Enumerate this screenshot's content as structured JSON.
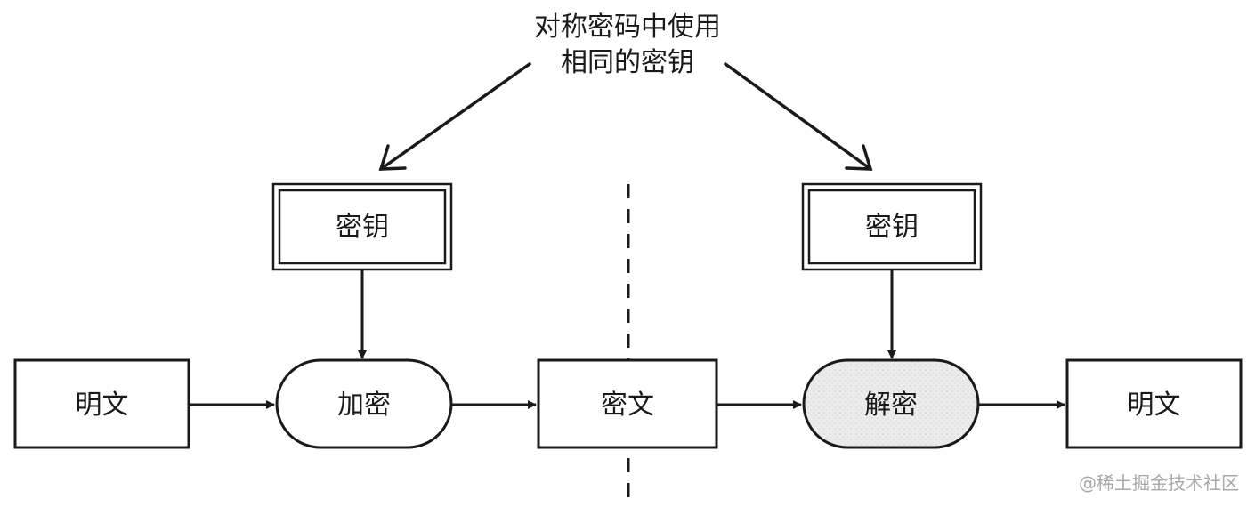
{
  "note": {
    "line1": "对称密码中使用",
    "line2": "相同的密钥"
  },
  "nodes": {
    "plaintext_in": "明文",
    "encrypt": "加密",
    "ciphertext": "密文",
    "decrypt": "解密",
    "plaintext_out": "明文",
    "key_left": "密钥",
    "key_right": "密钥"
  },
  "watermark": "@稀土掘金技术社区",
  "colors": {
    "stroke": "#1a1a1a",
    "decrypt_fill": "#e8e8e8",
    "background": "#ffffff"
  }
}
